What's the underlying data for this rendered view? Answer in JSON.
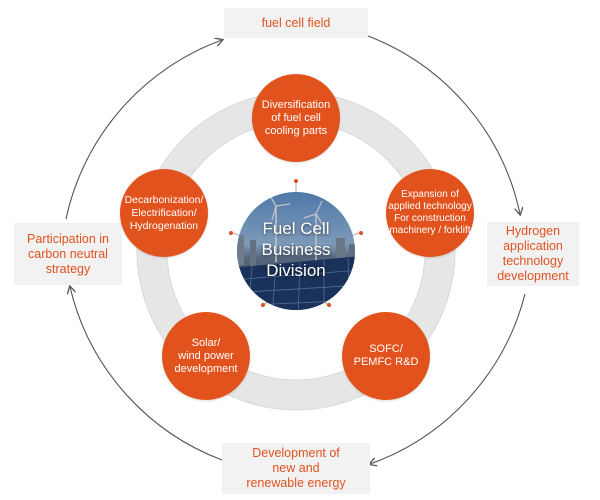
{
  "outer_labels": {
    "top": "fuel cell field",
    "right": "Hydrogen\napplication\ntechnology\ndevelopment",
    "bottom": "Development of\nnew and\nrenewable energy",
    "left": "Participation in\ncarbon neutral\nstrategy"
  },
  "center": {
    "title": "Fuel Cell\nBusiness\nDivision"
  },
  "nodes": [
    "Diversification\nof fuel cell\ncooling parts",
    "Expansion of\napplied technology\nFor construction\nmachinery / forklift",
    "SOFC/\nPEMFC R&D",
    "Solar/\nwind power\ndevelopment",
    "Decarbonization/\nElectrification/\nHydrogenation"
  ],
  "colors": {
    "accent": "#e2521d",
    "ring": "#e6e6e6",
    "label_bg": "#f2f2f2",
    "cycle_arrow": "#555555"
  }
}
